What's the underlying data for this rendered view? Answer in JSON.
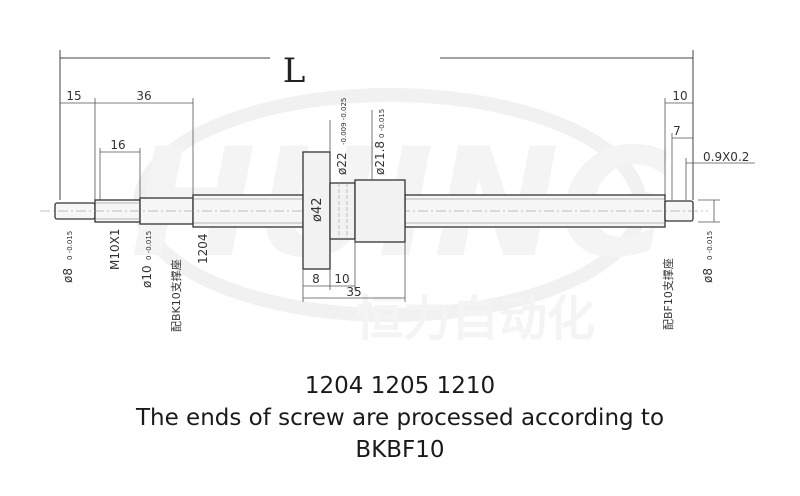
{
  "watermark": {
    "logo_text": "HUINC",
    "chinese_text": "恒力自动化",
    "registered_mark": "®"
  },
  "drawing": {
    "length_label": "L",
    "dims": {
      "d15": "15",
      "d36": "36",
      "d16": "16",
      "d10_top": "10",
      "d7": "7",
      "chamfer": "0.9X0.2",
      "d8_flange": "8",
      "d10_flange": "10",
      "d35": "35"
    },
    "diameters": {
      "left_end": "ø8",
      "left_end_tol": "0 -0.015",
      "thread": "M10X1",
      "bearing_seat": "ø10",
      "bearing_seat_tol": "0 -0.015",
      "flange": "ø42",
      "nut_body": "ø22",
      "nut_body_tol": "-0.009 -0.025",
      "nut_small": "ø21.8",
      "nut_small_tol": "0 -0.015",
      "right_end": "ø8",
      "right_end_tol": "0 -0.015"
    },
    "screw_label": "1204",
    "support_left": "配BK10支撑座",
    "support_right": "配BF10支撑座"
  },
  "caption": {
    "line1": "1204 1205 1210",
    "line2": "The ends of screw are processed according to",
    "line3": "BKBF10"
  }
}
